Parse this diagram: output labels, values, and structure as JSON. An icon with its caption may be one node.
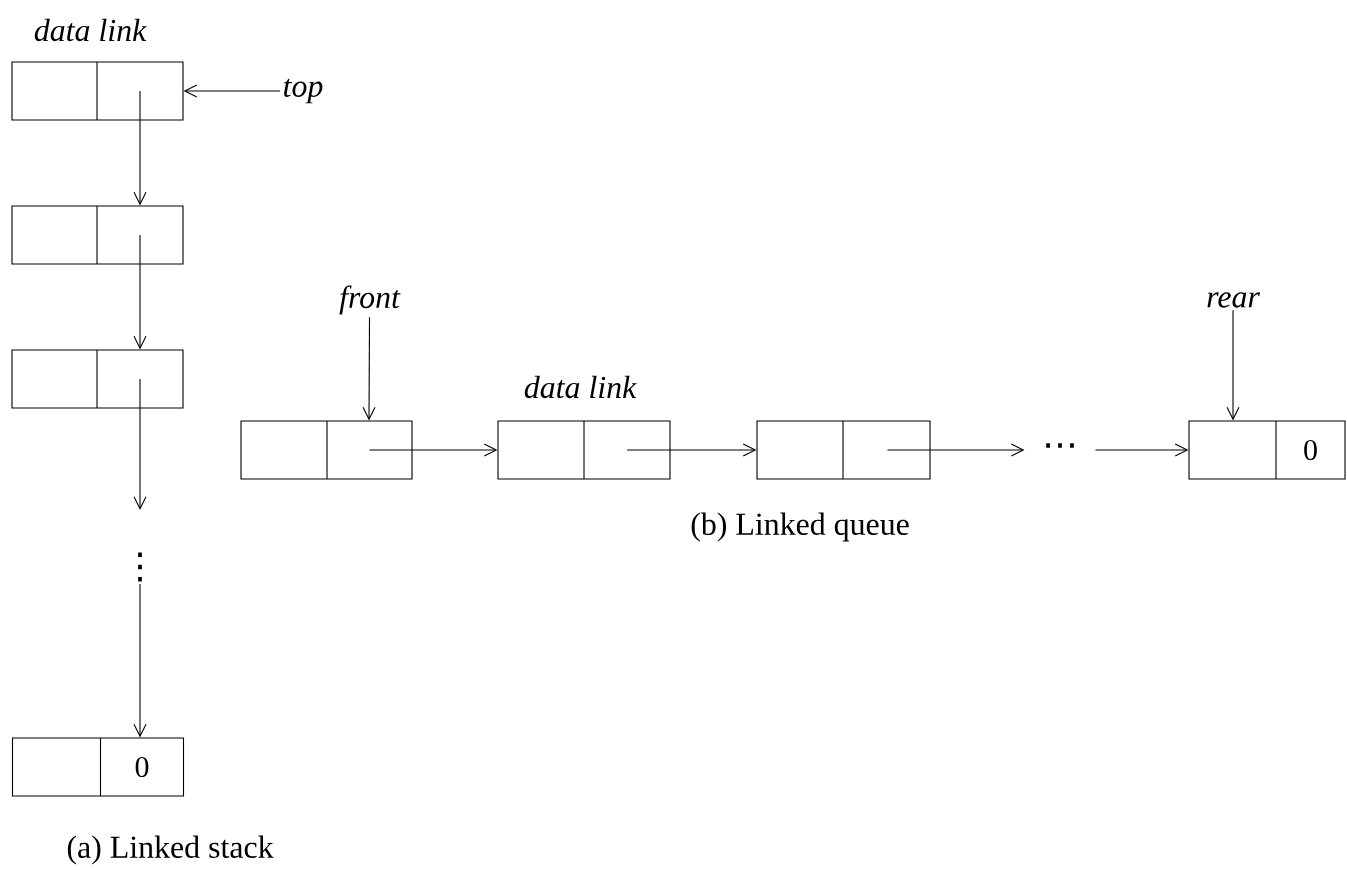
{
  "diagram": {
    "nodes": [
      {
        "text": [],
        "shape": "box"
      },
      {
        "text": [],
        "shape": "box"
      },
      {
        "text": [],
        "shape": "box"
      },
      {
        "text": [
          "⋮"
        ]
      },
      {
        "text": [
          "0"
        ]
      },
      {
        "text": [
          "top"
        ]
      },
      {
        "text": [
          "front"
        ]
      },
      {
        "text": [],
        "shape": "box"
      },
      {
        "text": [],
        "shape": "box"
      },
      {
        "text": [],
        "shape": "box"
      },
      {
        "text": [
          "⋯"
        ]
      },
      {
        "text": [
          "0"
        ]
      },
      {
        "text": [
          "rear"
        ]
      }
    ],
    "edges": [
      {
        "from": 5,
        "to": 0,
        "arrow": "to"
      },
      {
        "from": 0,
        "to": 1,
        "arrow": "to"
      },
      {
        "from": 1,
        "to": 2,
        "arrow": "to"
      },
      {
        "from": 2,
        "to": 3,
        "arrow": "to"
      },
      {
        "from": 3,
        "to": 4,
        "arrow": "to"
      },
      {
        "from": 6,
        "to": 7,
        "arrow": "to"
      },
      {
        "from": 7,
        "to": 8,
        "arrow": "to"
      },
      {
        "from": 8,
        "to": 9,
        "arrow": "to"
      },
      {
        "from": 9,
        "to": 10,
        "arrow": "to"
      },
      {
        "from": 10,
        "to": 11,
        "arrow": "to"
      },
      {
        "from": 12,
        "to": 11,
        "arrow": "to"
      }
    ],
    "labels": [
      "data link",
      "data link",
      "(b) Linked queue",
      "(a) Linked stack"
    ]
  }
}
